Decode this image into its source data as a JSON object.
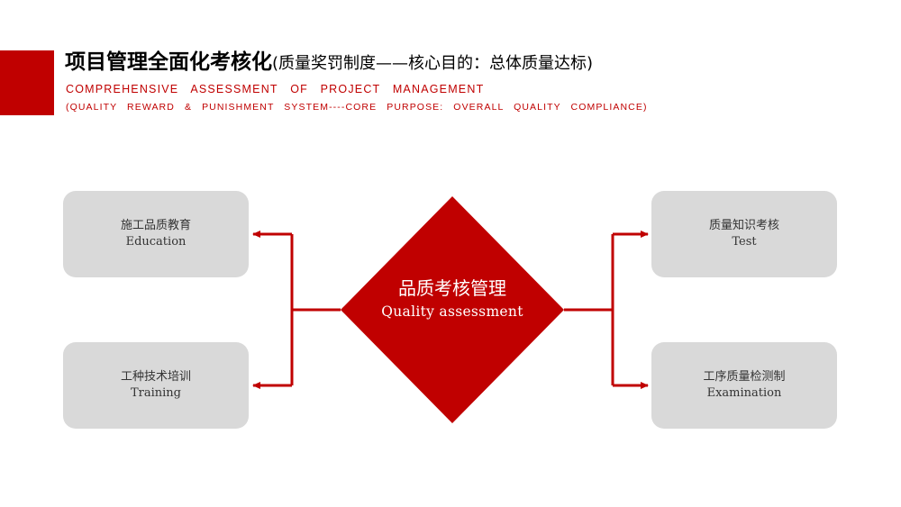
{
  "header": {
    "title_main": "项目管理全面化考核化",
    "title_sub": "(质量奖罚制度——核心目的：总体质量达标)",
    "subtitle_line1": "COMPREHENSIVE ASSESSMENT OF PROJECT MANAGEMENT",
    "subtitle_line2": "(QUALITY REWARD & PUNISHMENT SYSTEM----CORE PURPOSE: OVERALL QUALITY COMPLIANCE)"
  },
  "center": {
    "label_zh": "品质考核管理",
    "label_en": "Quality assessment"
  },
  "nodes": [
    {
      "zh": "施工品质教育",
      "en": "Education"
    },
    {
      "zh": "工种技术培训",
      "en": "Training"
    },
    {
      "zh": "质量知识考核",
      "en": "Test"
    },
    {
      "zh": "工序质量检测制",
      "en": "Examination"
    }
  ],
  "colors": {
    "accent": "#c00000",
    "box_fill": "#d9d9d9",
    "text_dark": "#333333"
  }
}
